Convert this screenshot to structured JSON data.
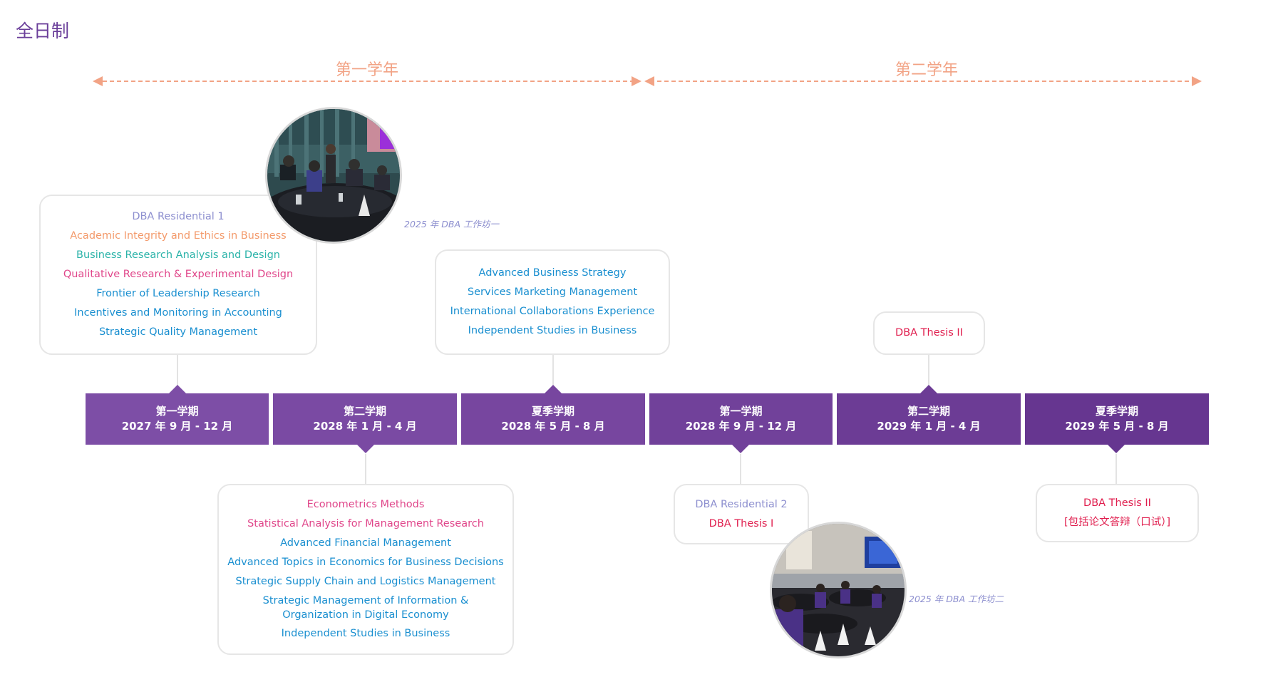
{
  "heading": "全日制",
  "years": [
    {
      "label": "第一学年"
    },
    {
      "label": "第二学年"
    }
  ],
  "colors": {
    "purple": "#6b3f9a",
    "orange": "#f39a6b",
    "teal": "#2bb3a9",
    "pink": "#e0468a",
    "blue": "#1a8fd0",
    "red": "#e01e4e",
    "lavender": "#8d8fcf",
    "year_arrow": "#f2a385"
  },
  "terms": [
    {
      "name": "第一学期",
      "date": "2027 年 9 月 - 12 月"
    },
    {
      "name": "第二学期",
      "date": "2028 年 1 月 - 4 月"
    },
    {
      "name": "夏季学期",
      "date": "2028 年 5 月 - 8 月"
    },
    {
      "name": "第一学期",
      "date": "2028 年 9 月 - 12 月"
    },
    {
      "name": "第二学期",
      "date": "2029 年 1 月 - 4 月"
    },
    {
      "name": "夏季学期",
      "date": "2029 年 5 月 - 8 月"
    }
  ],
  "cards": {
    "term1": [
      {
        "text": "DBA Residential 1",
        "color": "lavender"
      },
      {
        "text": "Academic Integrity and Ethics in Business",
        "color": "orange"
      },
      {
        "text": "Business Research Analysis and Design",
        "color": "teal"
      },
      {
        "text": "Qualitative Research & Experimental Design",
        "color": "pink"
      },
      {
        "text": "Frontier of Leadership Research",
        "color": "blue"
      },
      {
        "text": "Incentives and Monitoring in Accounting",
        "color": "blue"
      },
      {
        "text": "Strategic Quality Management",
        "color": "blue"
      }
    ],
    "term2": [
      {
        "text": "Econometrics Methods",
        "color": "pink"
      },
      {
        "text": "Statistical Analysis for Management Research",
        "color": "pink"
      },
      {
        "text": "Advanced Financial Management",
        "color": "blue"
      },
      {
        "text": "Advanced Topics in Economics for Business Decisions",
        "color": "blue"
      },
      {
        "text": "Strategic Supply Chain and Logistics Management",
        "color": "blue"
      },
      {
        "text": "Strategic Management of Information & Organization in Digital Economy",
        "color": "blue",
        "wrap": true
      },
      {
        "text": "Independent Studies in Business",
        "color": "blue"
      }
    ],
    "summer1": [
      {
        "text": "Advanced Business Strategy",
        "color": "blue"
      },
      {
        "text": "Services Marketing Management",
        "color": "blue"
      },
      {
        "text": "International Collaborations Experience",
        "color": "blue"
      },
      {
        "text": "Independent Studies in Business",
        "color": "blue"
      }
    ],
    "term4": [
      {
        "text": "DBA Residential 2",
        "color": "lavender"
      },
      {
        "text": "DBA Thesis I",
        "color": "red"
      }
    ],
    "term5": [
      {
        "text": "DBA Thesis II",
        "color": "red"
      }
    ],
    "summer2": [
      {
        "text": "DBA Thesis II",
        "color": "red"
      },
      {
        "text": "[包括论文答辩（口试）]",
        "color": "red"
      }
    ]
  },
  "photos": [
    {
      "caption": "2025 年 DBA 工作坊一"
    },
    {
      "caption": "2025 年 DBA 工作坊二"
    }
  ]
}
